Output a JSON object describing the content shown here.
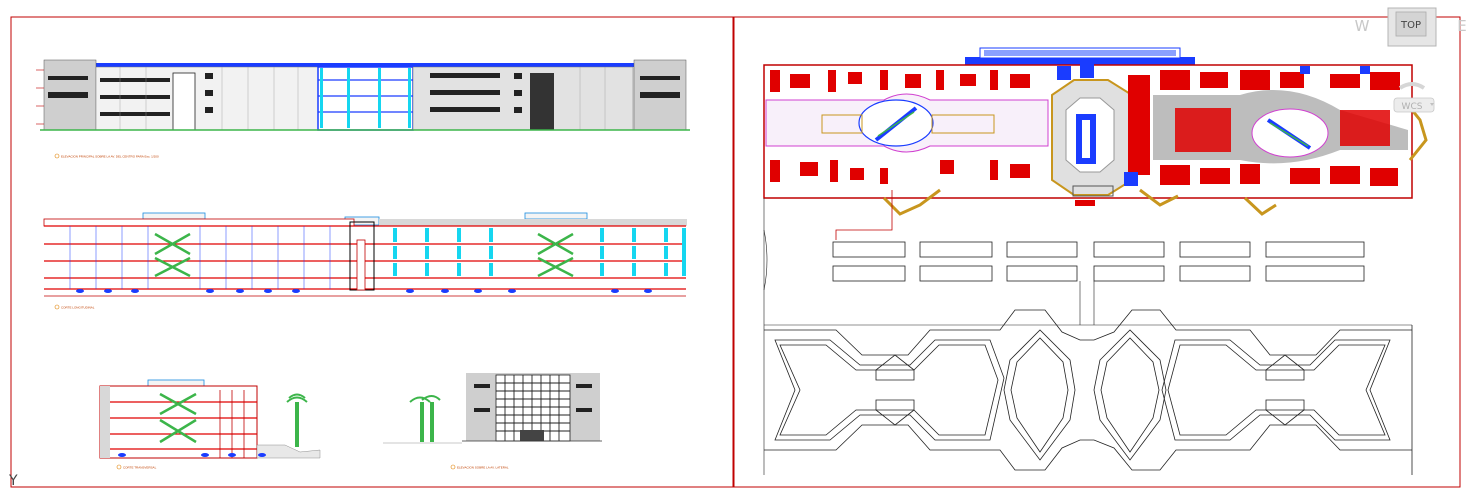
{
  "viewcube": {
    "face_label": "TOP",
    "compass_west": "W",
    "compass_east": "E",
    "wcs_label": "WCS"
  },
  "ucs": {
    "axis_label": "Y"
  },
  "sheet_notes": [
    "ELEVACION PRINCIPAL SOBRE LA AV. DEL CENTRO PARA Esc: 1/200",
    "CORTE LONGITUDINAL",
    "CORTE TRANSVERSAL",
    "ELEVACION SOBRE LA AV. LATERAL"
  ],
  "colors": {
    "sheet_border": "#c00000",
    "wall_blue": "#1a3cff",
    "wall_cyan": "#15d6f0",
    "floor_red": "#e00000",
    "stair_green": "#3cb54a",
    "magenta": "#d040d0",
    "gold": "#c8961e"
  }
}
